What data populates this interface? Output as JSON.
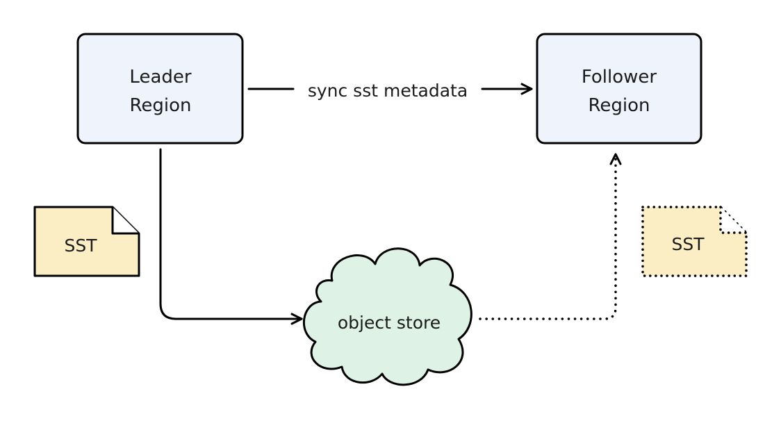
{
  "nodes": {
    "leader": {
      "line1": "Leader",
      "line2": "Region"
    },
    "follower": {
      "line1": "Follower",
      "line2": "Region"
    },
    "object_store": {
      "label": "object store"
    },
    "sst_left": {
      "label": "SST"
    },
    "sst_right": {
      "label": "SST"
    }
  },
  "edges": {
    "sync": {
      "label": "sync sst metadata"
    }
  },
  "colors": {
    "region_fill": "#eef3fc",
    "sst_fill": "#fbeec5",
    "cloud_fill": "#def3e6",
    "stroke": "#000000"
  }
}
